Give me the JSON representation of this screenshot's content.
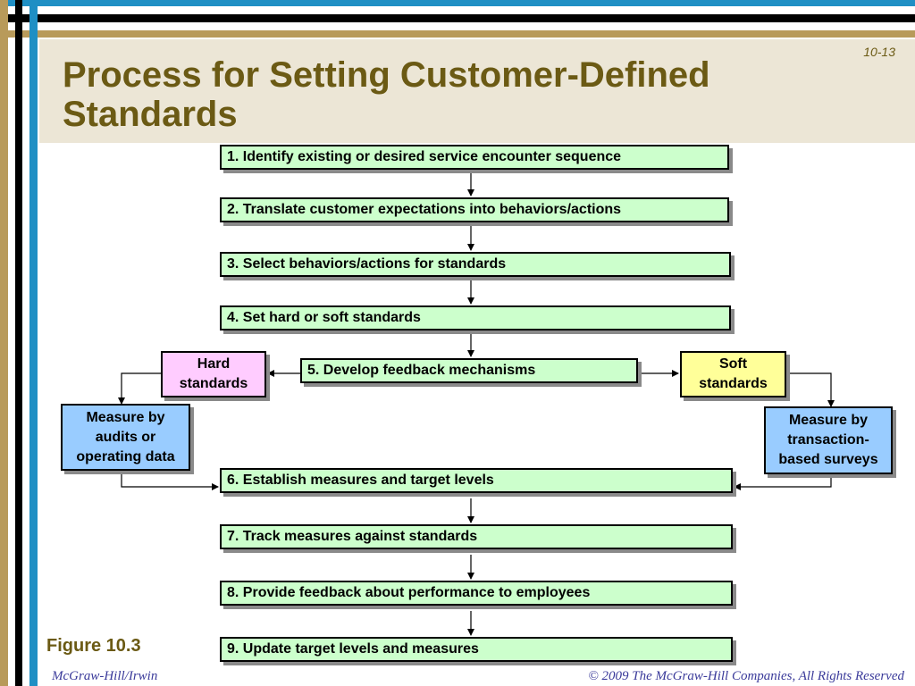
{
  "slide": {
    "title": "Process for Setting Customer-Defined Standards",
    "number": "10-13",
    "figure_label": "Figure 10.3"
  },
  "steps": [
    "1. Identify existing or desired service encounter sequence",
    "2. Translate customer expectations into behaviors/actions",
    "3. Select behaviors/actions for standards",
    "4. Set hard or soft standards",
    "5. Develop feedback mechanisms",
    "6. Establish measures and target levels",
    "7. Track measures against standards",
    "8. Provide feedback about performance to employees",
    "9. Update target levels and measures"
  ],
  "branches": {
    "hard": {
      "label": "Hard standards",
      "measure": "Measure by audits or operating data"
    },
    "soft": {
      "label": "Soft standards",
      "measure": "Measure by transaction-based surveys"
    }
  },
  "footer": {
    "publisher": "McGraw-Hill/Irwin",
    "copyright": "© 2009 The McGraw-Hill Companies, All Rights Reserved"
  },
  "colors": {
    "step_fill": "#ccffcc",
    "hard_fill": "#ffccff",
    "soft_fill": "#ffff99",
    "measure_fill": "#99ccff",
    "title": "#6b5a14"
  }
}
